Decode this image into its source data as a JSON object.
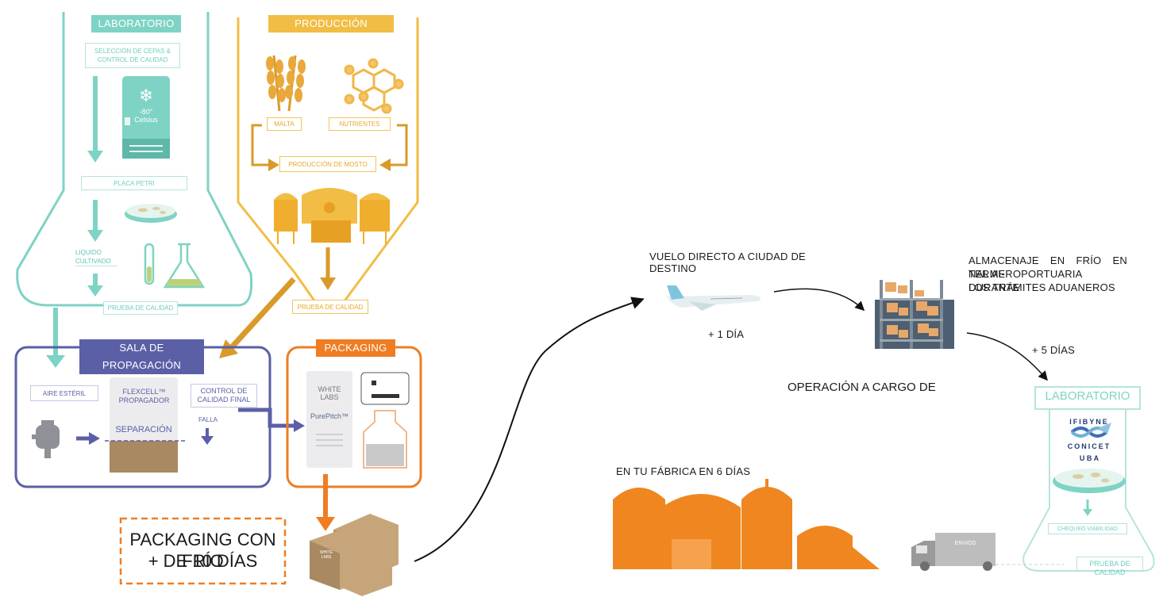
{
  "lab_section": {
    "title": "LABORATORIO",
    "strain": "SELECCIÓN DE CEPAS & CONTROL DE CALIDAD",
    "freezer_temp": "-80° Celsius",
    "petri": "PLACA PETRI",
    "liquid": "LIQUIDO CULTIVADO",
    "quality": "PRUEBA DE CALIDAD",
    "color": "#7ed3c4"
  },
  "production_section": {
    "title": "PRODUCCIÓN",
    "malt": "MALTA",
    "nutrients": "NUTRIENTES",
    "wort": "PRODUCCIÓN DE MOSTO",
    "quality": "PRUEBA DE CALIDAD",
    "color": "#f2bd45"
  },
  "propagation_section": {
    "title": "SALA DE PROPAGACIÓN",
    "sterile_air": "AIRE ESTÉRIL",
    "propagator": "FLEXCELL™ PROPAGADOR",
    "separation": "SEPARACIÓN",
    "final_control": "CONTROL DE CALIDAD FINAL",
    "failure": "FALLA",
    "color": "#5a5fa6"
  },
  "packaging_section": {
    "title": "PACKAGING",
    "bag_brand": "WHITE LABS",
    "bag_product": "PurePitch™",
    "color": "#ef7d22"
  },
  "cold_packaging": {
    "line1": "PACKAGING CON FRÍO",
    "line2": "+ DE 10 DÍAS"
  },
  "box_brand": "WHITE LABS",
  "flight": {
    "label": "VUELO DIRECTO A CIUDAD DE DESTINO",
    "duration": "+ 1 DÍA"
  },
  "storage": {
    "label_lines": [
      "ALMACENAJE EN FRÍO EN TERMI-",
      "NAL AEROPORTUARIA DURANTE",
      "LOS TRÁMITES ADUANEROS"
    ],
    "duration": "+ 5 DÍAS"
  },
  "operation": "OPERACIÓN A CARGO DE",
  "factory": "EN TU FÁBRICA EN 6 DÍAS",
  "local_lab": {
    "title": "LABORATORIO",
    "logo_top": "IFIBYNE",
    "logo_mid": "CONICET",
    "logo_bottom": "U B A",
    "viability": "CHEQUEO VIABILIDAD",
    "quality": "PRUEBA DE CALIDAD",
    "truck": "ENVIOS",
    "color": "#7ed3c4"
  }
}
